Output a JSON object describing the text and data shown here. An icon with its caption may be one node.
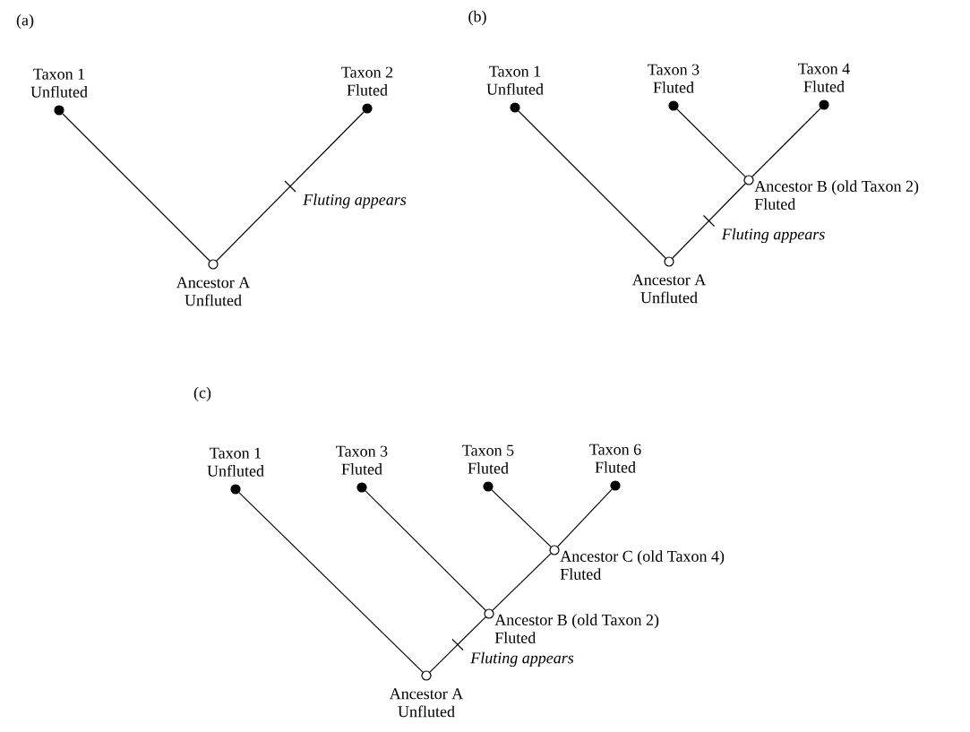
{
  "diagram": {
    "nodes": [
      {
        "text": [],
        "shape": "circle",
        "beside": [
          "Taxon 1",
          "Unfluted"
        ]
      },
      {
        "text": [],
        "shape": "circle",
        "beside": [
          "Taxon 2",
          "Fluted"
        ]
      },
      {
        "text": [],
        "shape": "circle",
        "beside": [
          "Ancestor A",
          "Unfluted"
        ]
      },
      {
        "text": [],
        "shape": "circle",
        "beside": [
          "Taxon 1",
          "Unfluted"
        ]
      },
      {
        "text": [],
        "shape": "circle",
        "beside": [
          "Taxon 3",
          "Fluted"
        ]
      },
      {
        "text": [],
        "shape": "circle",
        "beside": [
          "Taxon 4",
          "Fluted"
        ]
      },
      {
        "text": [],
        "shape": "circle",
        "beside": [
          "Ancestor B (old Taxon 2)",
          "Fluted"
        ]
      },
      {
        "text": [],
        "shape": "circle",
        "beside": [
          "Ancestor A",
          "Unfluted"
        ]
      },
      {
        "text": [],
        "shape": "circle",
        "beside": [
          "Taxon 1",
          "Unfluted"
        ]
      },
      {
        "text": [],
        "shape": "circle",
        "beside": [
          "Taxon 3",
          "Fluted"
        ]
      },
      {
        "text": [],
        "shape": "circle",
        "beside": [
          "Taxon 5",
          "Fluted"
        ]
      },
      {
        "text": [],
        "shape": "circle",
        "beside": [
          "Taxon 6",
          "Fluted"
        ]
      },
      {
        "text": [],
        "shape": "circle",
        "beside": [
          "Ancestor C (old Taxon 4)",
          "Fluted"
        ]
      },
      {
        "text": [],
        "shape": "circle",
        "beside": [
          "Ancestor B (old Taxon 2)",
          "Fluted"
        ]
      },
      {
        "text": [],
        "shape": "circle",
        "beside": [
          "Ancestor A",
          "Unfluted"
        ]
      }
    ],
    "edges": [
      {
        "from": 2,
        "to": 0,
        "arrow": "none"
      },
      {
        "from": 2,
        "to": 1,
        "arrow": "none",
        "label": "Fluting appears"
      },
      {
        "from": 7,
        "to": 3,
        "arrow": "none"
      },
      {
        "from": 7,
        "to": 6,
        "arrow": "none",
        "label": "Fluting appears"
      },
      {
        "from": 6,
        "to": 4,
        "arrow": "none"
      },
      {
        "from": 6,
        "to": 5,
        "arrow": "none"
      },
      {
        "from": 14,
        "to": 8,
        "arrow": "none"
      },
      {
        "from": 14,
        "to": 13,
        "arrow": "none",
        "label": "Fluting appears"
      },
      {
        "from": 13,
        "to": 9,
        "arrow": "none"
      },
      {
        "from": 13,
        "to": 12,
        "arrow": "none"
      },
      {
        "from": 12,
        "to": 10,
        "arrow": "none"
      },
      {
        "from": 12,
        "to": 11,
        "arrow": "none"
      }
    ],
    "labels": [
      "(a)",
      "(b)",
      "(c)"
    ]
  }
}
